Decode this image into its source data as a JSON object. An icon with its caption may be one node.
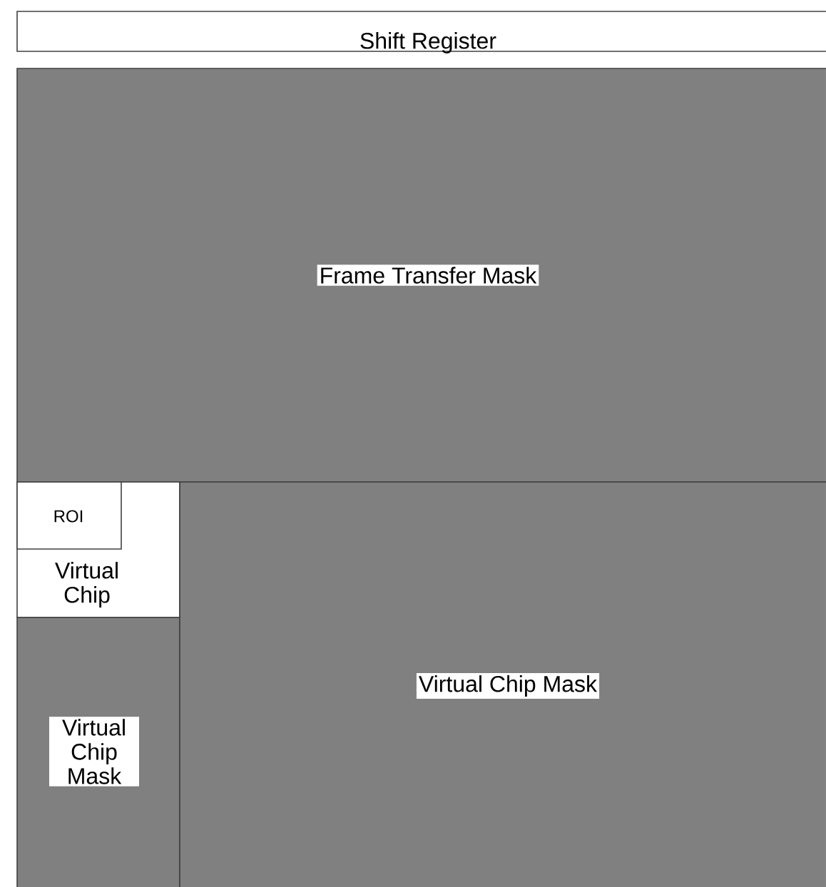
{
  "diagram": {
    "nodes": [
      {
        "text": [
          "Shift Register"
        ]
      },
      {
        "text": [
          "Frame Transfer Mask"
        ]
      },
      {
        "text": [
          "Virtual Chip"
        ]
      },
      {
        "text": [
          "ROI"
        ],
        "in": 2
      },
      {
        "text": [
          "Virtual Chip Mask"
        ]
      },
      {
        "text": [
          "Virtual Chip Mask"
        ]
      }
    ]
  }
}
